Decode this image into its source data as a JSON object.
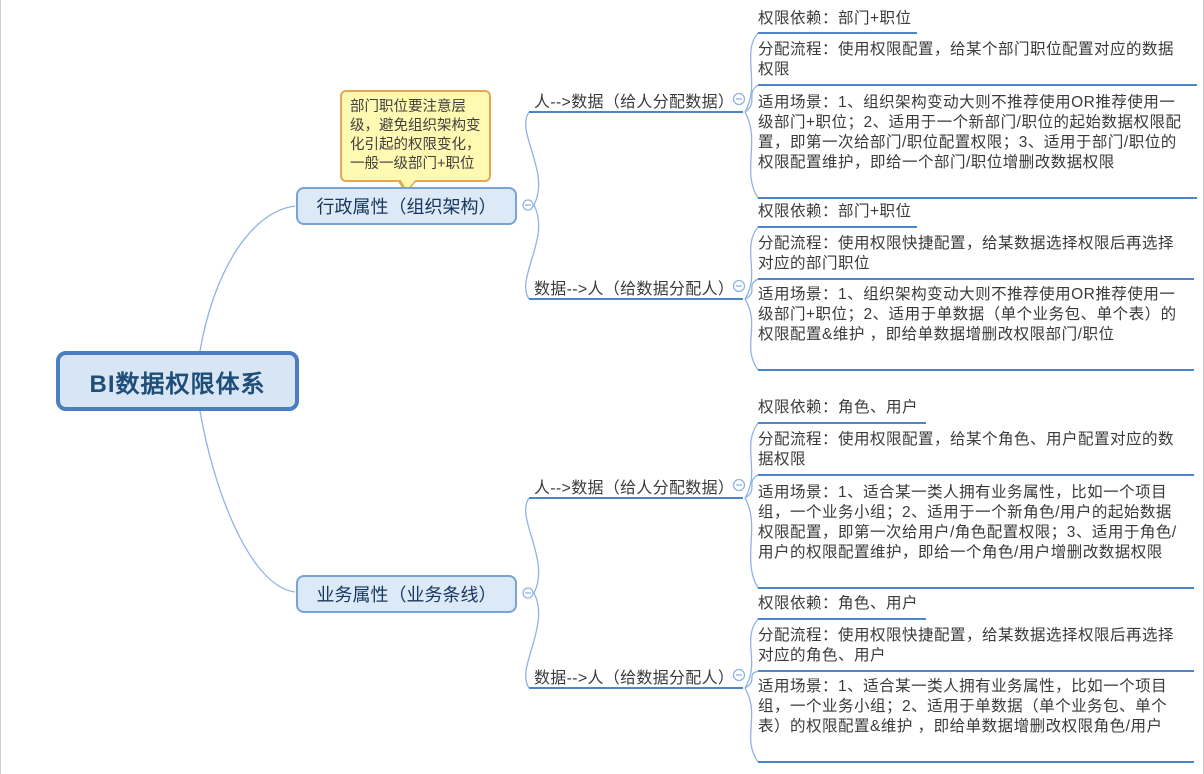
{
  "root": {
    "label": "BI数据权限体系"
  },
  "note": {
    "text": "部门职位要注意层级，避免组织架构变化引起的权限变化，一般一级部门+职位"
  },
  "branches": [
    {
      "label": "行政属性（组织架构）",
      "children": [
        {
          "label": "人-->数据（给人分配数据）",
          "leaves": [
            {
              "text": "权限依赖：部门+职位"
            },
            {
              "text": "分配流程：使用权限配置，给某个部门职位配置对应的数据权限"
            },
            {
              "text": "适用场景：1、组织架构变动大则不推荐使用OR推荐使用一级部门+职位；2、适用于一个新部门/职位的起始数据权限配置，即第一次给部门/职位配置权限；3、适用于部门/职位的权限配置维护，即给一个部门/职位增删改数据权限"
            }
          ]
        },
        {
          "label": "数据-->人（给数据分配人）",
          "leaves": [
            {
              "text": "权限依赖：部门+职位"
            },
            {
              "text": "分配流程：使用权限快捷配置，给某数据选择权限后再选择对应的部门职位"
            },
            {
              "text": "适用场景：1、组织架构变动大则不推荐使用OR推荐使用一级部门+职位；2、适用于单数据（单个业务包、单个表）的权限配置&维护 ，即给单数据增删改权限部门/职位"
            }
          ]
        }
      ]
    },
    {
      "label": "业务属性（业务条线）",
      "children": [
        {
          "label": "人-->数据（给人分配数据）",
          "leaves": [
            {
              "text": "权限依赖：角色、用户"
            },
            {
              "text": "分配流程：使用权限配置，给某个角色、用户配置对应的数据权限"
            },
            {
              "text": "适用场景：1、适合某一类人拥有业务属性，比如一个项目组，一个业务小组；2、适用于一个新角色/用户的起始数据权限配置，即第一次给用户/角色配置权限；3、适用于角色/用户的权限配置维护，即给一个角色/用户增删改数据权限"
            }
          ]
        },
        {
          "label": "数据-->人（给数据分配人）",
          "leaves": [
            {
              "text": "权限依赖：角色、用户"
            },
            {
              "text": "分配流程：使用权限快捷配置，给某数据选择权限后再选择对应的角色、用户"
            },
            {
              "text": "适用场景：1、适合某一类人拥有业务属性，比如一个项目组，一个业务小组；2、适用于单数据（单个业务包、单个表）的权限配置&维护 ，即给单数据增删改权限角色/用户"
            }
          ]
        }
      ]
    }
  ],
  "colors": {
    "root-border": "#4a7ec0",
    "root-fill": "#d7e5f4",
    "root-text": "#1f4e79",
    "branch-border": "#7ba2d4",
    "branch-fill": "#dce9f7",
    "branch-text": "#17365d",
    "line-strong": "#4a86c8",
    "line-light": "#8fb4e3",
    "note-fill": "#fff9b1",
    "note-border": "#e3a857"
  }
}
